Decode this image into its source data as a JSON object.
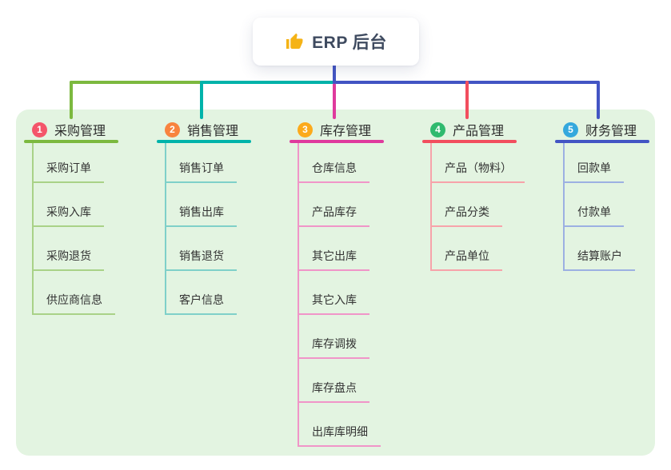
{
  "root": {
    "label": "ERP 后台",
    "icon": "thumbs-up-icon"
  },
  "branches": [
    {
      "index": "1",
      "label": "采购管理",
      "badge_color": "#f4556a",
      "line_color": "#7cb93f",
      "light_color": "#a9d287",
      "children": [
        "采购订单",
        "采购入库",
        "采购退货",
        "供应商信息"
      ]
    },
    {
      "index": "2",
      "label": "销售管理",
      "badge_color": "#f8833f",
      "line_color": "#00b3aa",
      "light_color": "#7fd0c9",
      "children": [
        "销售订单",
        "销售出库",
        "销售退货",
        "客户信息"
      ]
    },
    {
      "index": "3",
      "label": "库存管理",
      "badge_color": "#fcaa1b",
      "line_color": "#df3a9d",
      "light_color": "#f095c8",
      "children": [
        "仓库信息",
        "产品库存",
        "其它出库",
        "其它入库",
        "库存调拨",
        "库存盘点",
        "出库库明细"
      ]
    },
    {
      "index": "4",
      "label": "产品管理",
      "badge_color": "#2fba6e",
      "line_color": "#f24e5e",
      "light_color": "#f7a3aa",
      "children": [
        "产品（物料）",
        "产品分类",
        "产品单位"
      ]
    },
    {
      "index": "5",
      "label": "财务管理",
      "badge_color": "#34a8dd",
      "line_color": "#4355c4",
      "light_color": "#9cb0e2",
      "children": [
        "回款单",
        "付款单",
        "结算账户"
      ]
    }
  ],
  "colors": {
    "panel_bg": "#e3f4e1",
    "root_stem": "#4355c4",
    "icon_color": "#f5b316",
    "root_text": "#3e4a5f",
    "node_text": "#333333"
  }
}
